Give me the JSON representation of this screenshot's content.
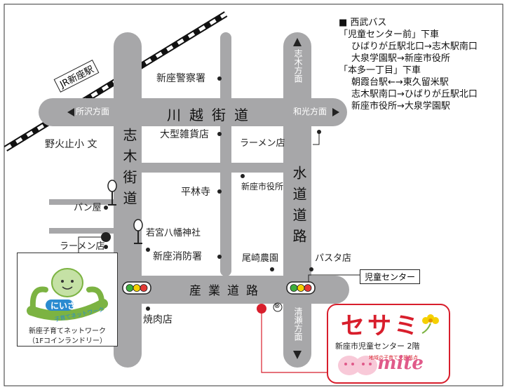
{
  "colors": {
    "road": "#a7a7a9",
    "accent_red": "#d81e2c",
    "pink": "#e05a8a",
    "network_green": "#7cb342",
    "network_blue": "#2a8bd0",
    "light_green": "#3cae3c",
    "light_yellow": "#f5d000",
    "light_red": "#e53935"
  },
  "railway": {
    "label": "JR新座駅"
  },
  "roads": {
    "kawagoe": "川越街道",
    "shiki": "志木街道",
    "sangyo": "産業道路",
    "suido": "水道道路"
  },
  "directions": {
    "tokorozawa": "所沢方面",
    "wako": "和光方面",
    "shiki": "志木方面",
    "kiyose": "清瀬方面"
  },
  "places": {
    "police": "新座警察署",
    "store": "大型雑貨店",
    "ramen_east": "ラーメン店",
    "nobidome_school": "野火止小 文",
    "city_hall": "新座市役所",
    "heirinji": "平林寺",
    "bakery": "パン屋",
    "hachiman": "若宮八幡神社",
    "ramen_west": "ラーメン店",
    "fire_station": "新座消防署",
    "ozaki_farm": "尾崎農園",
    "pasta": "パスタ店",
    "children_center": "児童センター",
    "yakiniku": "焼肉店",
    "police_box_symbol": "⊗"
  },
  "legend": {
    "title": "■ 西武バス",
    "stop1": "「児童センター前」下車",
    "route1a": "ひばりが丘駅北口→志木駅南口",
    "route1b": "大泉学園駅→新座市役所",
    "stop2": "「本多一丁目」下車",
    "route2a": "朝霞台駅←→東久留米駅",
    "route2b": "志木駅南口→ひばりが丘駅北口",
    "route2c": "新座市役所→大泉学園駅"
  },
  "setmi": {
    "title": "セサミ",
    "subtitle": "新座市児童センター 2階",
    "logo_small": "地域の子育て支援拠点",
    "logo_name": "mite"
  },
  "network": {
    "logo_main": "にいざ",
    "logo_sub": "子育てネットワーク",
    "caption1": "新座子育てネットワーク",
    "caption2": "（1Fコインランドリー）"
  }
}
